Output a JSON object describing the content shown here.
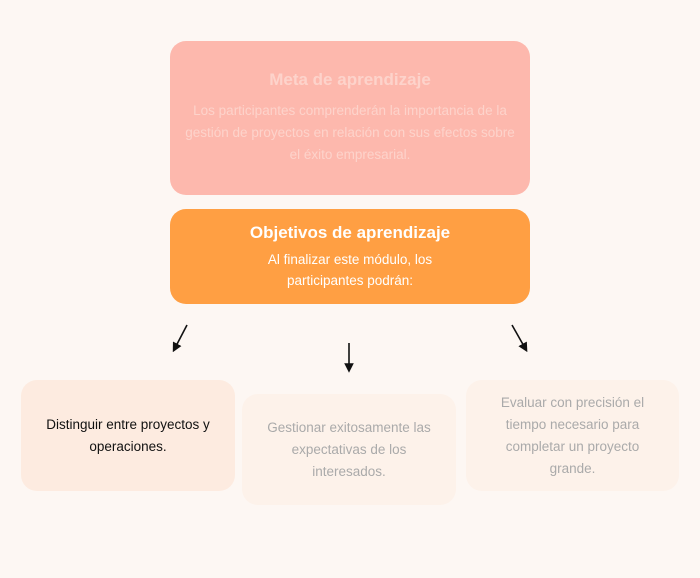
{
  "goal": {
    "title": "Meta de aprendizaje",
    "text": "Los participantes comprenderán la importancia de la gestión de proyectos en relación con sus efectos sobre el éxito empresarial."
  },
  "objectives": {
    "title": "Objetivos de aprendizaje",
    "text": "Al finalizar este módulo, los participantes podrán:"
  },
  "items": [
    {
      "text": "Distinguir entre proyectos y operaciones."
    },
    {
      "text": "Gestionar exitosamente las expectativas de los interesados."
    },
    {
      "text": "Evaluar con precisión el tiempo necesario para completar un proyecto grande."
    }
  ],
  "colors": {
    "background": "#fdf7f3",
    "goal": "#fdb8ad",
    "objectives": "#ff9f43",
    "item_active": "#fdebe0",
    "item": "#fdf2ea"
  }
}
